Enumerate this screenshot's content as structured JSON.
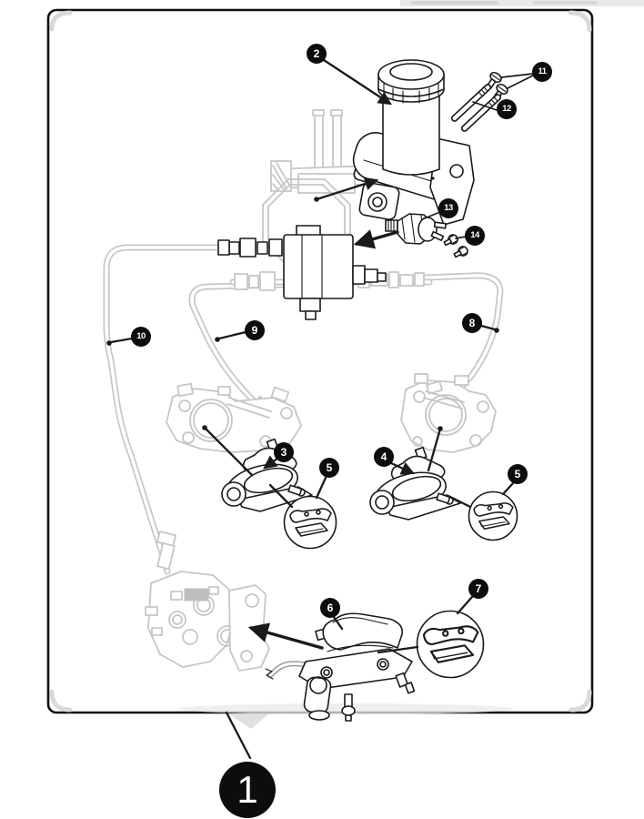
{
  "callouts": {
    "1": "1",
    "2": "2",
    "3": "3",
    "4": "4",
    "5": "5",
    "6": "6",
    "7": "7",
    "8": "8",
    "9": "9",
    "10": "10",
    "11": "11",
    "12": "12",
    "13": "13",
    "14": "14"
  },
  "colors": {
    "line": "#1a1a1a",
    "ghost": "#c6c6c6",
    "callout_bg": "#0d0d0d",
    "callout_text": "#ffffff",
    "background": "#ffffff",
    "frame": "#111111"
  }
}
